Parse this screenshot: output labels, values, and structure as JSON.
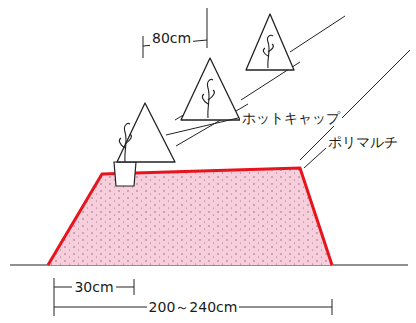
{
  "diagram": {
    "labels": [
      "80cm",
      "ホットキャップ",
      "ポリマルチ",
      "30cm",
      "200～240cm"
    ]
  }
}
